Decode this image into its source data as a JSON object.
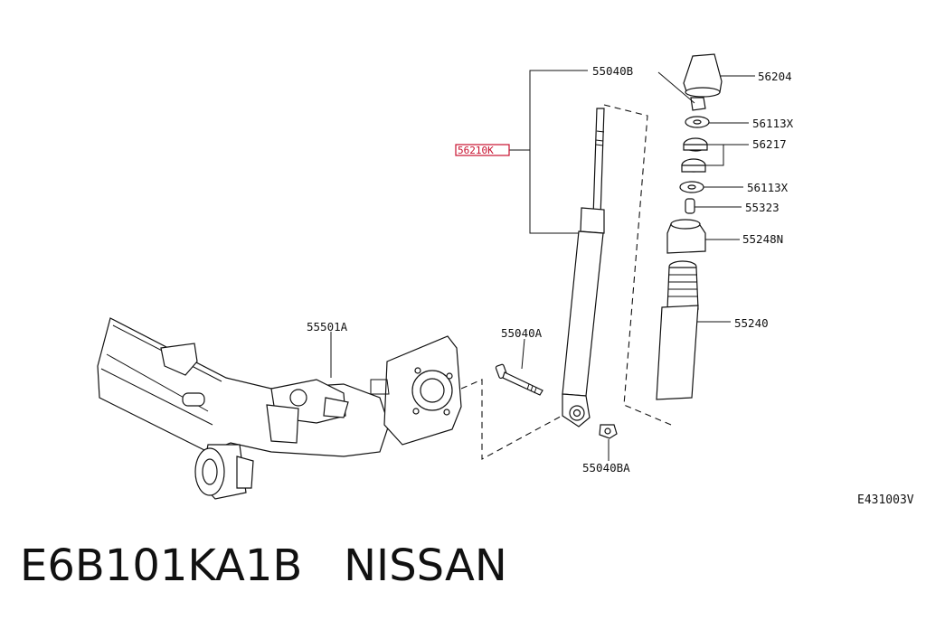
{
  "parts": {
    "p55040B": "55040B",
    "p56210K": "56210K",
    "p56204": "56204",
    "p56113X_top": "56113X",
    "p56217": "56217",
    "p56113X_bottom": "56113X",
    "p55323": "55323",
    "p55248N": "55248N",
    "p55240": "55240",
    "p55501A": "55501A",
    "p55040A": "55040A",
    "p55040BA": "55040BA"
  },
  "figure_code": "E431003V",
  "caption": {
    "part_number": "E6B101KA1B",
    "brand": "NISSAN"
  },
  "colors": {
    "highlight": "#c8102e",
    "line": "#111111"
  }
}
